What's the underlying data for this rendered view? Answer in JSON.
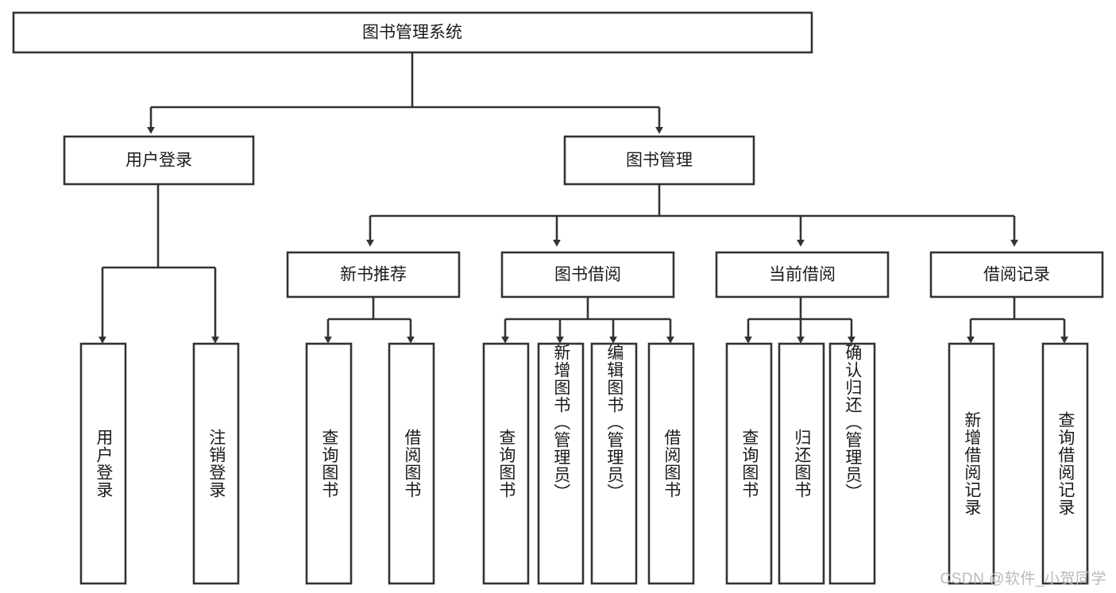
{
  "diagram": {
    "title": "图书管理系统",
    "type": "hierarchy-tree",
    "watermark": "CSDN @软件_小贺同学",
    "colors": {
      "box_stroke": "#333333",
      "box_fill": "#ffffff",
      "text": "#1b1b1b",
      "watermark": "#b9b9b9"
    },
    "levels": {
      "root": {
        "label": "图书管理系统"
      },
      "level2": [
        {
          "label": "用户登录"
        },
        {
          "label": "图书管理"
        }
      ],
      "level3": [
        {
          "label": "新书推荐"
        },
        {
          "label": "图书借阅"
        },
        {
          "label": "当前借阅"
        },
        {
          "label": "借阅记录"
        }
      ]
    },
    "leaves": {
      "user_login": [
        {
          "label": "用户登录"
        },
        {
          "label": "注销登录"
        }
      ],
      "new_book_recommend": [
        {
          "label": "查询图书"
        },
        {
          "label": "借阅图书"
        }
      ],
      "book_borrow": [
        {
          "label": "查询图书"
        },
        {
          "label": "新增图书（管理员）"
        },
        {
          "label": "编辑图书（管理员）"
        },
        {
          "label": "借阅图书"
        }
      ],
      "current_borrow": [
        {
          "label": "查询图书"
        },
        {
          "label": "归还图书"
        },
        {
          "label": "确认归还（管理员）"
        }
      ],
      "borrow_record": [
        {
          "label": "新增借阅记录"
        },
        {
          "label": "查询借阅记录"
        }
      ]
    }
  }
}
